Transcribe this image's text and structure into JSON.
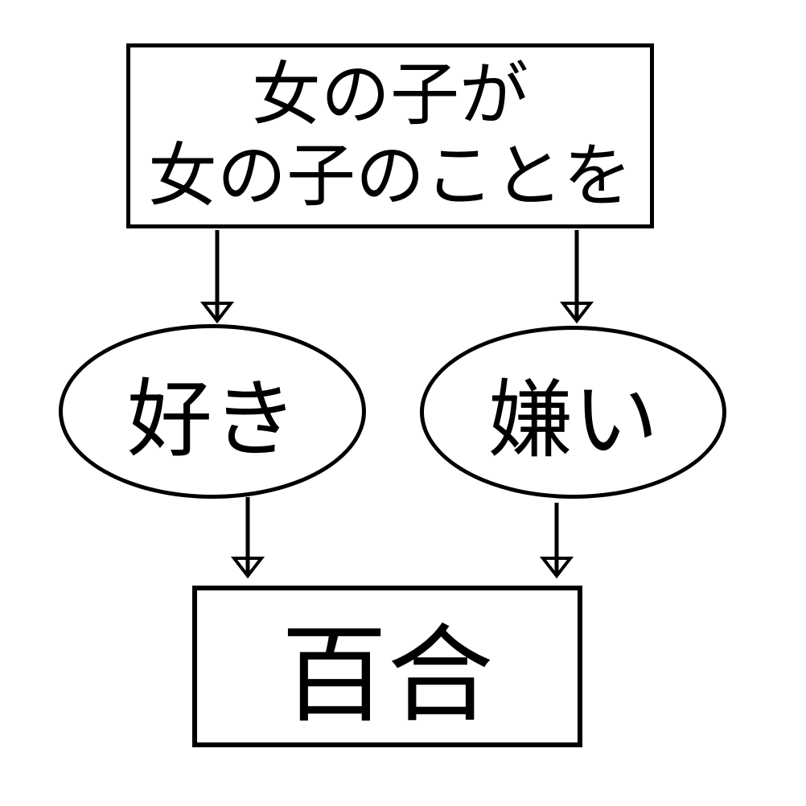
{
  "diagram": {
    "top_node": {
      "line1": "女の子が",
      "line2": "女の子のことを"
    },
    "left_node": {
      "label": "好き"
    },
    "right_node": {
      "label": "嫌い"
    },
    "bottom_node": {
      "label": "百合"
    },
    "colors": {
      "stroke": "#000000",
      "background": "#ffffff"
    }
  }
}
